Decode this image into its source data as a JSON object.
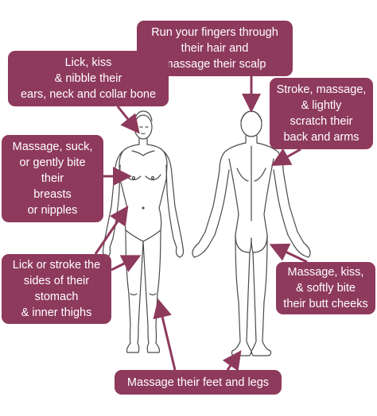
{
  "callouts": {
    "hair": [
      "Run your fingers through",
      "their hair and",
      "massage their scalp"
    ],
    "ears": [
      "Lick, kiss",
      "& nibble their",
      "ears, neck and collar bone"
    ],
    "back": [
      "Stroke, massage,",
      "& lightly",
      "scratch their",
      "back and arms"
    ],
    "breasts": [
      "Massage, suck,",
      "or gently bite",
      "their",
      "breasts",
      "or nipples"
    ],
    "stomach": [
      "Lick or stroke the",
      "sides of their",
      "stomach",
      "& inner thighs"
    ],
    "butt": [
      "Massage, kiss,",
      "& softly bite",
      "their butt cheeks"
    ],
    "feet": [
      "Massage their feet and legs"
    ]
  },
  "colors": {
    "callout": "#8e3a5c",
    "arrow": "#8e3a5c",
    "outline": "#4a4a4a",
    "text": "#ffffff"
  }
}
